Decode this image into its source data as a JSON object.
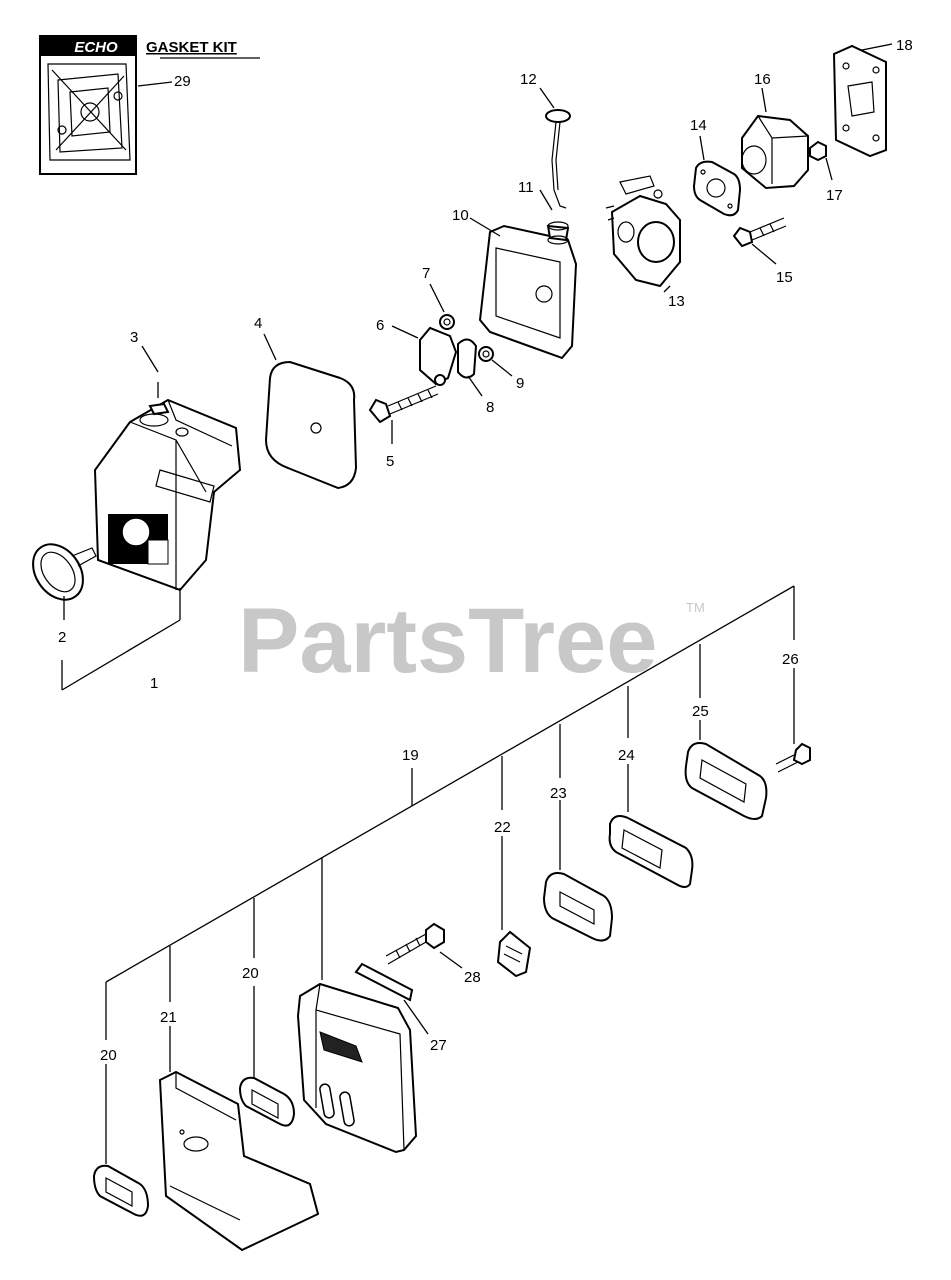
{
  "header": {
    "brand_logo_text": "ECHO",
    "kit_title": "GASKET KIT",
    "kit_callout": "29"
  },
  "watermark": {
    "text": "PartsTree",
    "trademark": "TM"
  },
  "callouts": {
    "c1": "1",
    "c2": "2",
    "c3": "3",
    "c4": "4",
    "c5": "5",
    "c6": "6",
    "c7": "7",
    "c8": "8",
    "c9": "9",
    "c10": "10",
    "c11": "11",
    "c12": "12",
    "c13": "13",
    "c14": "14",
    "c15": "15",
    "c16": "16",
    "c17": "17",
    "c18": "18",
    "c19": "19",
    "c20a": "20",
    "c20b": "20",
    "c21": "21",
    "c22": "22",
    "c23": "23",
    "c24": "24",
    "c25": "25",
    "c26": "26",
    "c27": "27",
    "c28": "28"
  },
  "colors": {
    "ink": "#000000",
    "watermark": "#c8c8c8",
    "background": "#ffffff"
  }
}
